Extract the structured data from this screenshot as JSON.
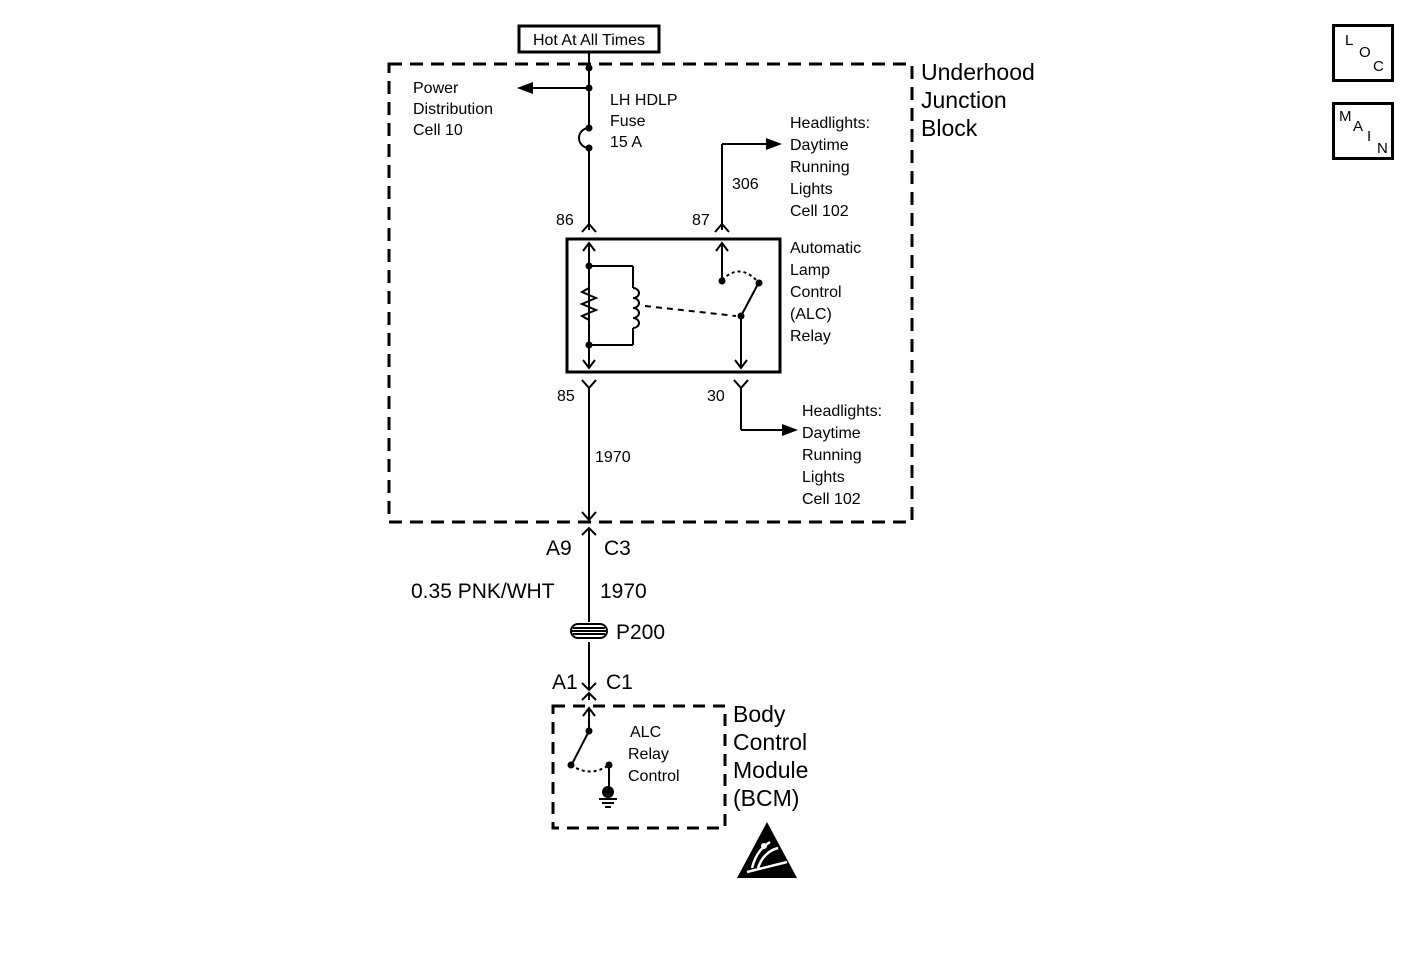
{
  "power_source": {
    "label": "Hot At All Times"
  },
  "underhood_junction_block": {
    "title_lines": [
      "Underhood",
      "Junction",
      "Block"
    ],
    "power_distribution": [
      "Power",
      "Distribution",
      "Cell 10"
    ],
    "fuse": [
      "LH HDLP",
      "Fuse",
      "15 A"
    ],
    "relay": {
      "name_lines": [
        "Automatic",
        "Lamp",
        "Control",
        "(ALC)",
        "Relay"
      ],
      "pins": {
        "p86": "86",
        "p87": "87",
        "p85": "85",
        "p30": "30"
      }
    },
    "circuit_306": "306",
    "circuit_1970": "1970",
    "ref_top": [
      "Headlights:",
      "Daytime",
      "Running",
      "Lights",
      "Cell 102"
    ],
    "ref_bottom": [
      "Headlights:",
      "Daytime",
      "Running",
      "Lights",
      "Cell 102"
    ]
  },
  "connector_upper": {
    "left": "A9",
    "right": "C3"
  },
  "wire": {
    "spec": "0.35 PNK/WHT",
    "circuit": "1970"
  },
  "splice": {
    "label": "P200"
  },
  "connector_lower": {
    "left": "A1",
    "right": "C1"
  },
  "bcm": {
    "title_lines": [
      "Body",
      "Control",
      "Module",
      "(BCM)"
    ],
    "control_lines": [
      "ALC",
      "Relay",
      "Control"
    ]
  },
  "nav": {
    "loc": [
      "L",
      "O",
      "C"
    ],
    "main": [
      "M",
      "A",
      "I",
      "N"
    ]
  }
}
